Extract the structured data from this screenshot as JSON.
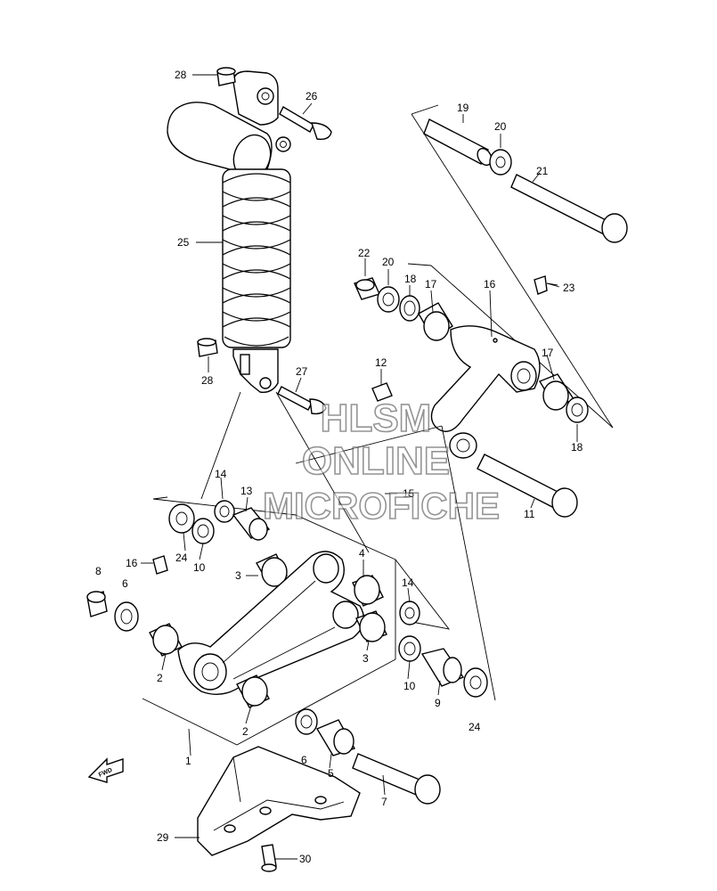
{
  "watermark": {
    "line1": "HLSM",
    "line2": "ONLINE",
    "line3": "MICROFICHE"
  },
  "fwd_arrow": {
    "label": "FWD"
  },
  "callouts": [
    {
      "id": "c28a",
      "label": "28"
    },
    {
      "id": "c26",
      "label": "26"
    },
    {
      "id": "c25",
      "label": "25"
    },
    {
      "id": "c28b",
      "label": "28"
    },
    {
      "id": "c27",
      "label": "27"
    },
    {
      "id": "c19",
      "label": "19"
    },
    {
      "id": "c20a",
      "label": "20"
    },
    {
      "id": "c21",
      "label": "21"
    },
    {
      "id": "c22",
      "label": "22"
    },
    {
      "id": "c20b",
      "label": "20"
    },
    {
      "id": "c18a",
      "label": "18"
    },
    {
      "id": "c17a",
      "label": "17"
    },
    {
      "id": "c16a",
      "label": "16"
    },
    {
      "id": "c23",
      "label": "23"
    },
    {
      "id": "c17b",
      "label": "17"
    },
    {
      "id": "c18b",
      "label": "18"
    },
    {
      "id": "c12",
      "label": "12"
    },
    {
      "id": "c11",
      "label": "11"
    },
    {
      "id": "c14a",
      "label": "14"
    },
    {
      "id": "c13",
      "label": "13"
    },
    {
      "id": "c15",
      "label": "15"
    },
    {
      "id": "c24a",
      "label": "24"
    },
    {
      "id": "c10a",
      "label": "10"
    },
    {
      "id": "c16b",
      "label": "16"
    },
    {
      "id": "c8",
      "label": "8"
    },
    {
      "id": "c6a",
      "label": "6"
    },
    {
      "id": "c3a",
      "label": "3"
    },
    {
      "id": "c4",
      "label": "4"
    },
    {
      "id": "c14b",
      "label": "14"
    },
    {
      "id": "c3b",
      "label": "3"
    },
    {
      "id": "c2a",
      "label": "2"
    },
    {
      "id": "c2b",
      "label": "2"
    },
    {
      "id": "c10b",
      "label": "10"
    },
    {
      "id": "c9",
      "label": "9"
    },
    {
      "id": "c24b",
      "label": "24"
    },
    {
      "id": "c1",
      "label": "1"
    },
    {
      "id": "c6b",
      "label": "6"
    },
    {
      "id": "c5",
      "label": "5"
    },
    {
      "id": "c7",
      "label": "7"
    },
    {
      "id": "c29",
      "label": "29"
    },
    {
      "id": "c30",
      "label": "30"
    }
  ]
}
